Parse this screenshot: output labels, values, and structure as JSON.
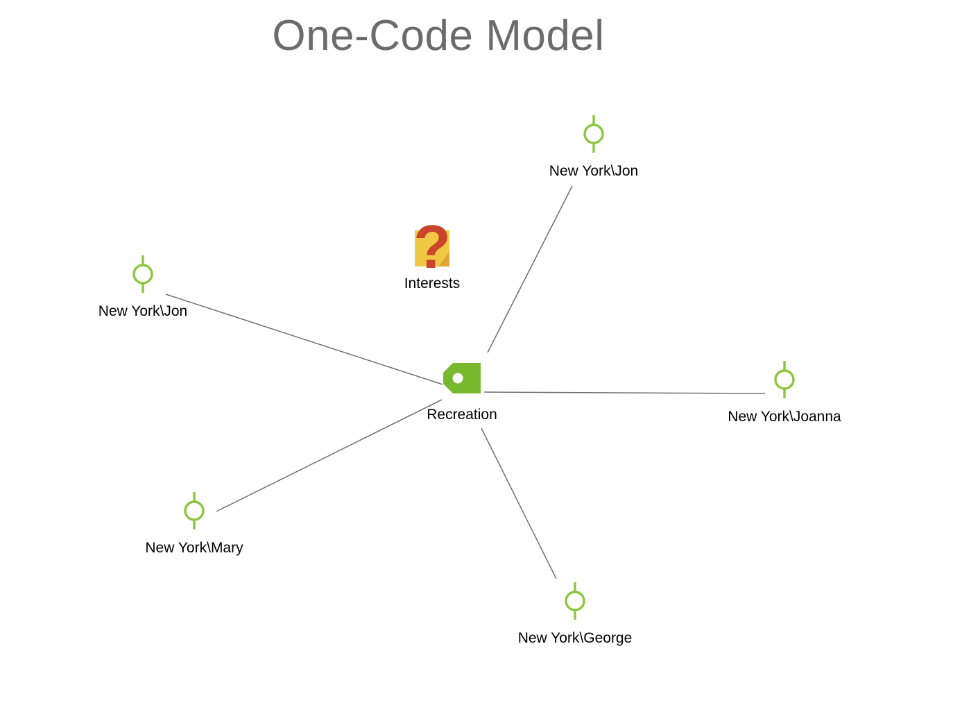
{
  "title": "One-Code Model",
  "colors": {
    "title_text": "#6b6b6b",
    "label_text": "#000000",
    "edge": "#6e6e6e",
    "person_green": "#8cc63f",
    "tag_green": "#77b82d",
    "tag_hole_white": "#ffffff",
    "interests_yellow": "#f0c843",
    "interests_fold": "#dfa636",
    "question_red": "#c9452c",
    "canvas_background": "#ffffff"
  },
  "nodes": {
    "jon_top": {
      "label": "New York\\Jon",
      "type": "person"
    },
    "jon_left": {
      "label": "New York\\Jon",
      "type": "person"
    },
    "interests": {
      "label": "Interests",
      "type": "question-tag",
      "glyph": "?"
    },
    "recreation": {
      "label": "Recreation",
      "type": "code-tag"
    },
    "joanna": {
      "label": "New York\\Joanna",
      "type": "person"
    },
    "mary": {
      "label": "New York\\Mary",
      "type": "person"
    },
    "george": {
      "label": "New York\\George",
      "type": "person"
    }
  },
  "edges": [
    {
      "from": "Recreation",
      "to": "New York\\Jon (top)"
    },
    {
      "from": "Recreation",
      "to": "New York\\Jon (left)"
    },
    {
      "from": "Recreation",
      "to": "New York\\Joanna"
    },
    {
      "from": "Recreation",
      "to": "New York\\Mary"
    },
    {
      "from": "Recreation",
      "to": "New York\\George"
    }
  ]
}
